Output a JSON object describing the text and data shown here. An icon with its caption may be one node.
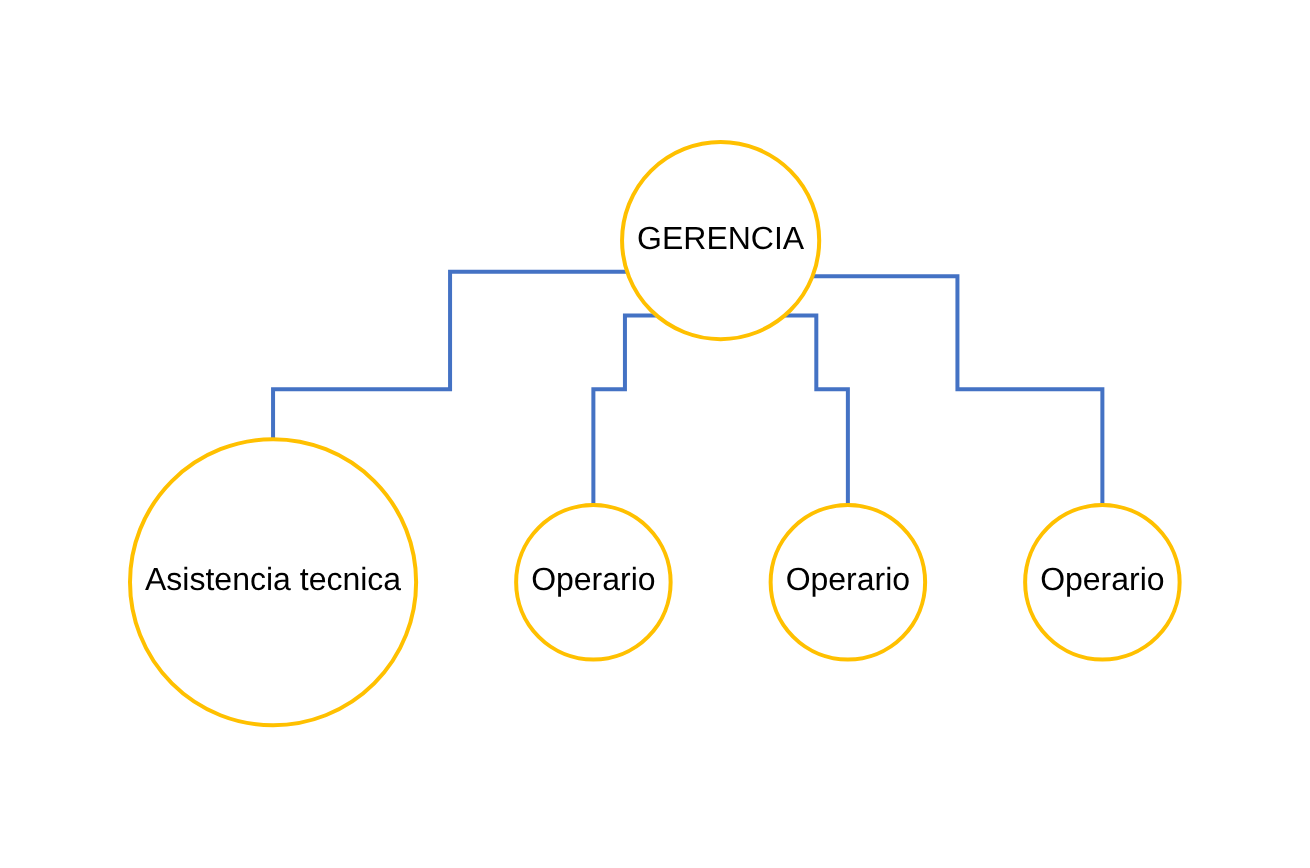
{
  "diagram": {
    "nodes": [
      {
        "text": [
          "GERENCIA"
        ]
      },
      {
        "text": [
          "Asistencia tecnica"
        ]
      },
      {
        "text": [
          "Operario"
        ]
      },
      {
        "text": [
          "Operario"
        ]
      },
      {
        "text": [
          "Operario"
        ]
      }
    ],
    "edges": [
      {
        "from": 0,
        "to": 1,
        "arrow": "none"
      },
      {
        "from": 0,
        "to": 2,
        "arrow": "none"
      },
      {
        "from": 0,
        "to": 3,
        "arrow": "none"
      },
      {
        "from": 0,
        "to": 4,
        "arrow": "none"
      }
    ]
  }
}
